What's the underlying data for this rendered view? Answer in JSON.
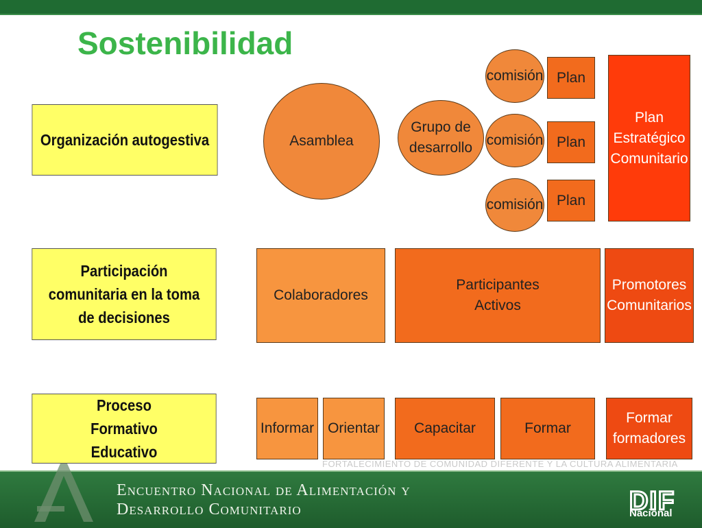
{
  "title": "Sostenibilidad",
  "rows": {
    "row1_label": "Organización autogestiva",
    "row2_label": "Participación comunitaria en la toma de decisiones",
    "row3_label": "Proceso Formativo Educativo"
  },
  "row1": {
    "asamblea": "Asamblea",
    "grupo": "Grupo de desarrollo",
    "comisiones": [
      "comisión",
      "comisión",
      "comisión"
    ],
    "planes": [
      "Plan",
      "Plan",
      "Plan"
    ],
    "plan_estrategico": "Plan Estratégico Comunitario"
  },
  "row2": {
    "colaboradores": "Colaboradores",
    "participantes": "Participantes Activos",
    "promotores": "Promotores Comunitarios"
  },
  "row3": {
    "informar": "Informar",
    "orientar": "Orientar",
    "capacitar": "Capacitar",
    "formar": "Formar",
    "formar_formadores": "Formar formadores"
  },
  "watermark": "FORTALECIMIENTO DE COMUNIDAD DIFERENTE Y LA CULTURA ALIMENTARIA",
  "footer": {
    "line1": "Encuentro Nacional de Alimentación y",
    "line2": "Desarrollo Comunitario",
    "logo_text": "Nacional",
    "logo_letters": "DIF"
  },
  "colors": {
    "title_green": "#3cb54a",
    "label_yellow": "#ffff66",
    "orange": "#f0883a",
    "red_orange": "#ff3b0a",
    "footer_green": "#2f7a3f"
  }
}
